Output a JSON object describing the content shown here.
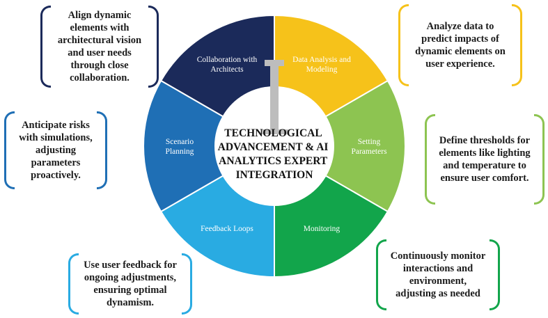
{
  "center": {
    "lines": [
      "TECHNOLOGICAL",
      "ADVANCEMENT & AI",
      "ANALYTICS EXPERT",
      "INTEGRATION"
    ],
    "pillar_color": "#bdbdbd"
  },
  "segments": [
    {
      "id": "collaboration",
      "lines": [
        "Collaboration with",
        "Architects"
      ],
      "color": "#1b2a5a"
    },
    {
      "id": "data-analysis",
      "lines": [
        "Data Analysis and",
        "Modeling"
      ],
      "color": "#f6c21a"
    },
    {
      "id": "setting-parameters",
      "lines": [
        "Setting",
        "Parameters"
      ],
      "color": "#8dc451"
    },
    {
      "id": "monitoring",
      "lines": [
        "Monitoring"
      ],
      "color": "#12a54b"
    },
    {
      "id": "feedback-loops",
      "lines": [
        "Feedback Loops"
      ],
      "color": "#29abe2"
    },
    {
      "id": "scenario-planning",
      "lines": [
        "Scenario",
        "Planning"
      ],
      "color": "#1f6fb5"
    }
  ],
  "notes": {
    "collaboration": {
      "text": "Align dynamic\nelements with\narchitectural vision\nand user needs\nthrough close\ncollaboration.",
      "color": "#1b2a5a"
    },
    "data_analysis": {
      "text": "Analyze data to\npredict impacts of\ndynamic elements on\nuser experience.",
      "color": "#f6c21a"
    },
    "setting_parameters": {
      "text": "Define thresholds for\nelements like lighting\nand temperature to\nensure user comfort.",
      "color": "#8dc451"
    },
    "monitoring": {
      "text": "Continuously monitor\ninteractions and\nenvironment,\nadjusting as needed",
      "color": "#12a54b"
    },
    "feedback_loops": {
      "text": "Use user feedback for\nongoing adjustments,\nensuring optimal\ndynamism.",
      "color": "#29abe2"
    },
    "scenario_planning": {
      "text": "Anticipate risks\nwith simulations,\nadjusting\nparameters\nproactively.",
      "color": "#1f6fb5"
    }
  }
}
